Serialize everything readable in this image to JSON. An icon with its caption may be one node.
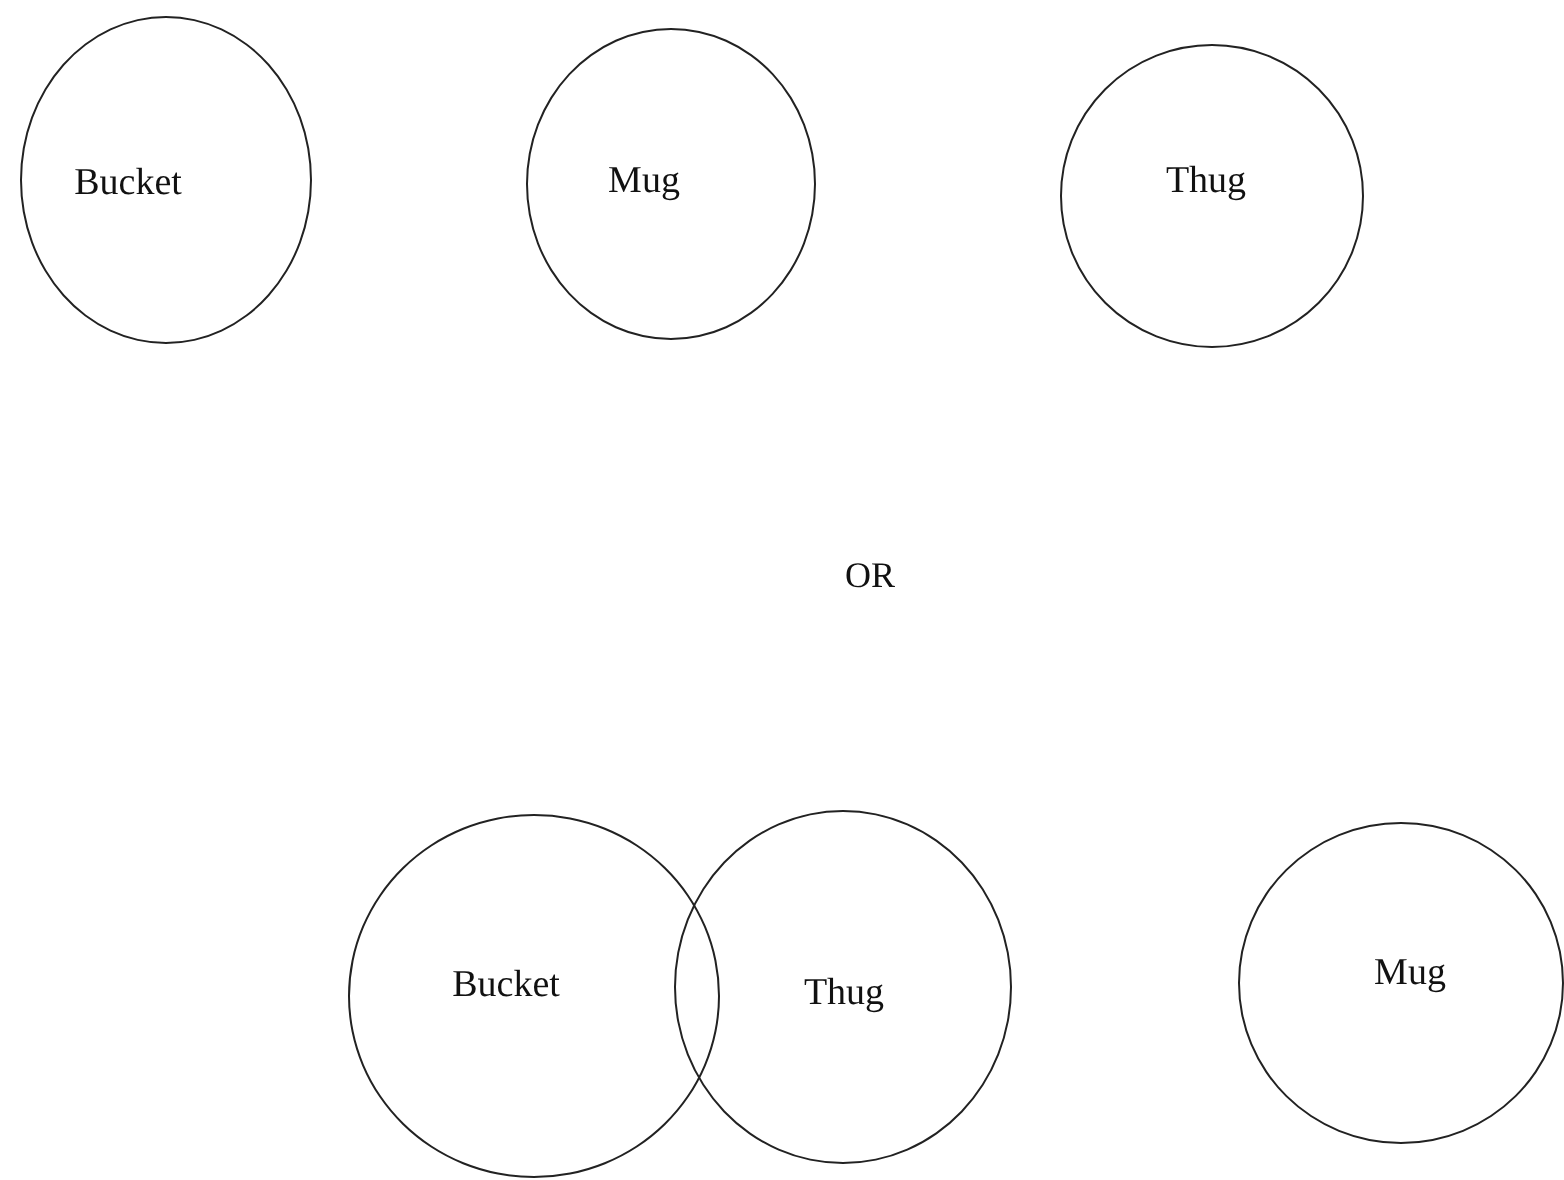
{
  "diagram": {
    "nodes": [
      {
        "text": [
          "Bucket"
        ]
      },
      {
        "text": [
          "Mug"
        ]
      },
      {
        "text": [
          "Thug"
        ]
      },
      {
        "text": [
          "Bucket"
        ]
      },
      {
        "text": [
          "Thug"
        ]
      },
      {
        "text": [
          "Mug"
        ]
      }
    ],
    "labels": [
      "OR"
    ]
  }
}
